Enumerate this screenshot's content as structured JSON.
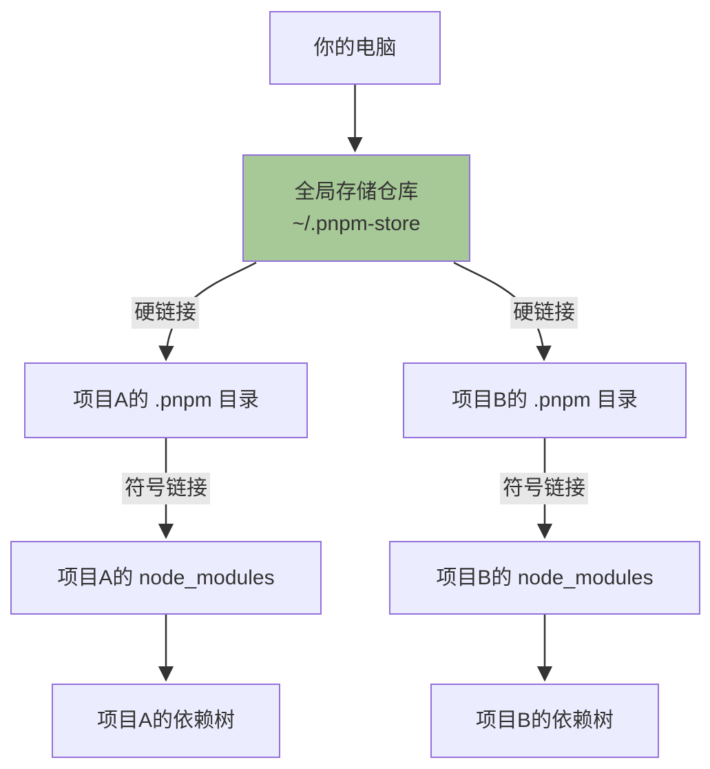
{
  "diagram": {
    "type": "flowchart",
    "direction": "top-down",
    "colors": {
      "page_bg": "#FFFFFF",
      "node_fill": "#ECECFF",
      "node_border": "#9370DB",
      "store_fill": "#A7C897",
      "edge_color": "#333333",
      "edge_label_bg": "#E8E8E8",
      "text_color": "#333333"
    },
    "nodes": {
      "computer": {
        "label": "你的电脑"
      },
      "store": {
        "line1": "全局存储仓库",
        "line2": "~/.pnpm-store"
      },
      "pnpm_a": {
        "label": "项目A的 .pnpm 目录"
      },
      "pnpm_b": {
        "label": "项目B的 .pnpm 目录"
      },
      "node_modules_a": {
        "label": "项目A的 node_modules"
      },
      "node_modules_b": {
        "label": "项目B的 node_modules"
      },
      "tree_a": {
        "label": "项目A的依赖树"
      },
      "tree_b": {
        "label": "项目B的依赖树"
      }
    },
    "edge_labels": {
      "hardlink_a": {
        "label": "硬链接"
      },
      "hardlink_b": {
        "label": "硬链接"
      },
      "symlink_a": {
        "label": "符号链接"
      },
      "symlink_b": {
        "label": "符号链接"
      }
    },
    "edges": [
      {
        "from": "computer",
        "to": "store",
        "label": ""
      },
      {
        "from": "store",
        "to": "pnpm_a",
        "label": "硬链接"
      },
      {
        "from": "store",
        "to": "pnpm_b",
        "label": "硬链接"
      },
      {
        "from": "pnpm_a",
        "to": "node_modules_a",
        "label": "符号链接"
      },
      {
        "from": "pnpm_b",
        "to": "node_modules_b",
        "label": "符号链接"
      },
      {
        "from": "node_modules_a",
        "to": "tree_a",
        "label": ""
      },
      {
        "from": "node_modules_b",
        "to": "tree_b",
        "label": ""
      }
    ]
  }
}
